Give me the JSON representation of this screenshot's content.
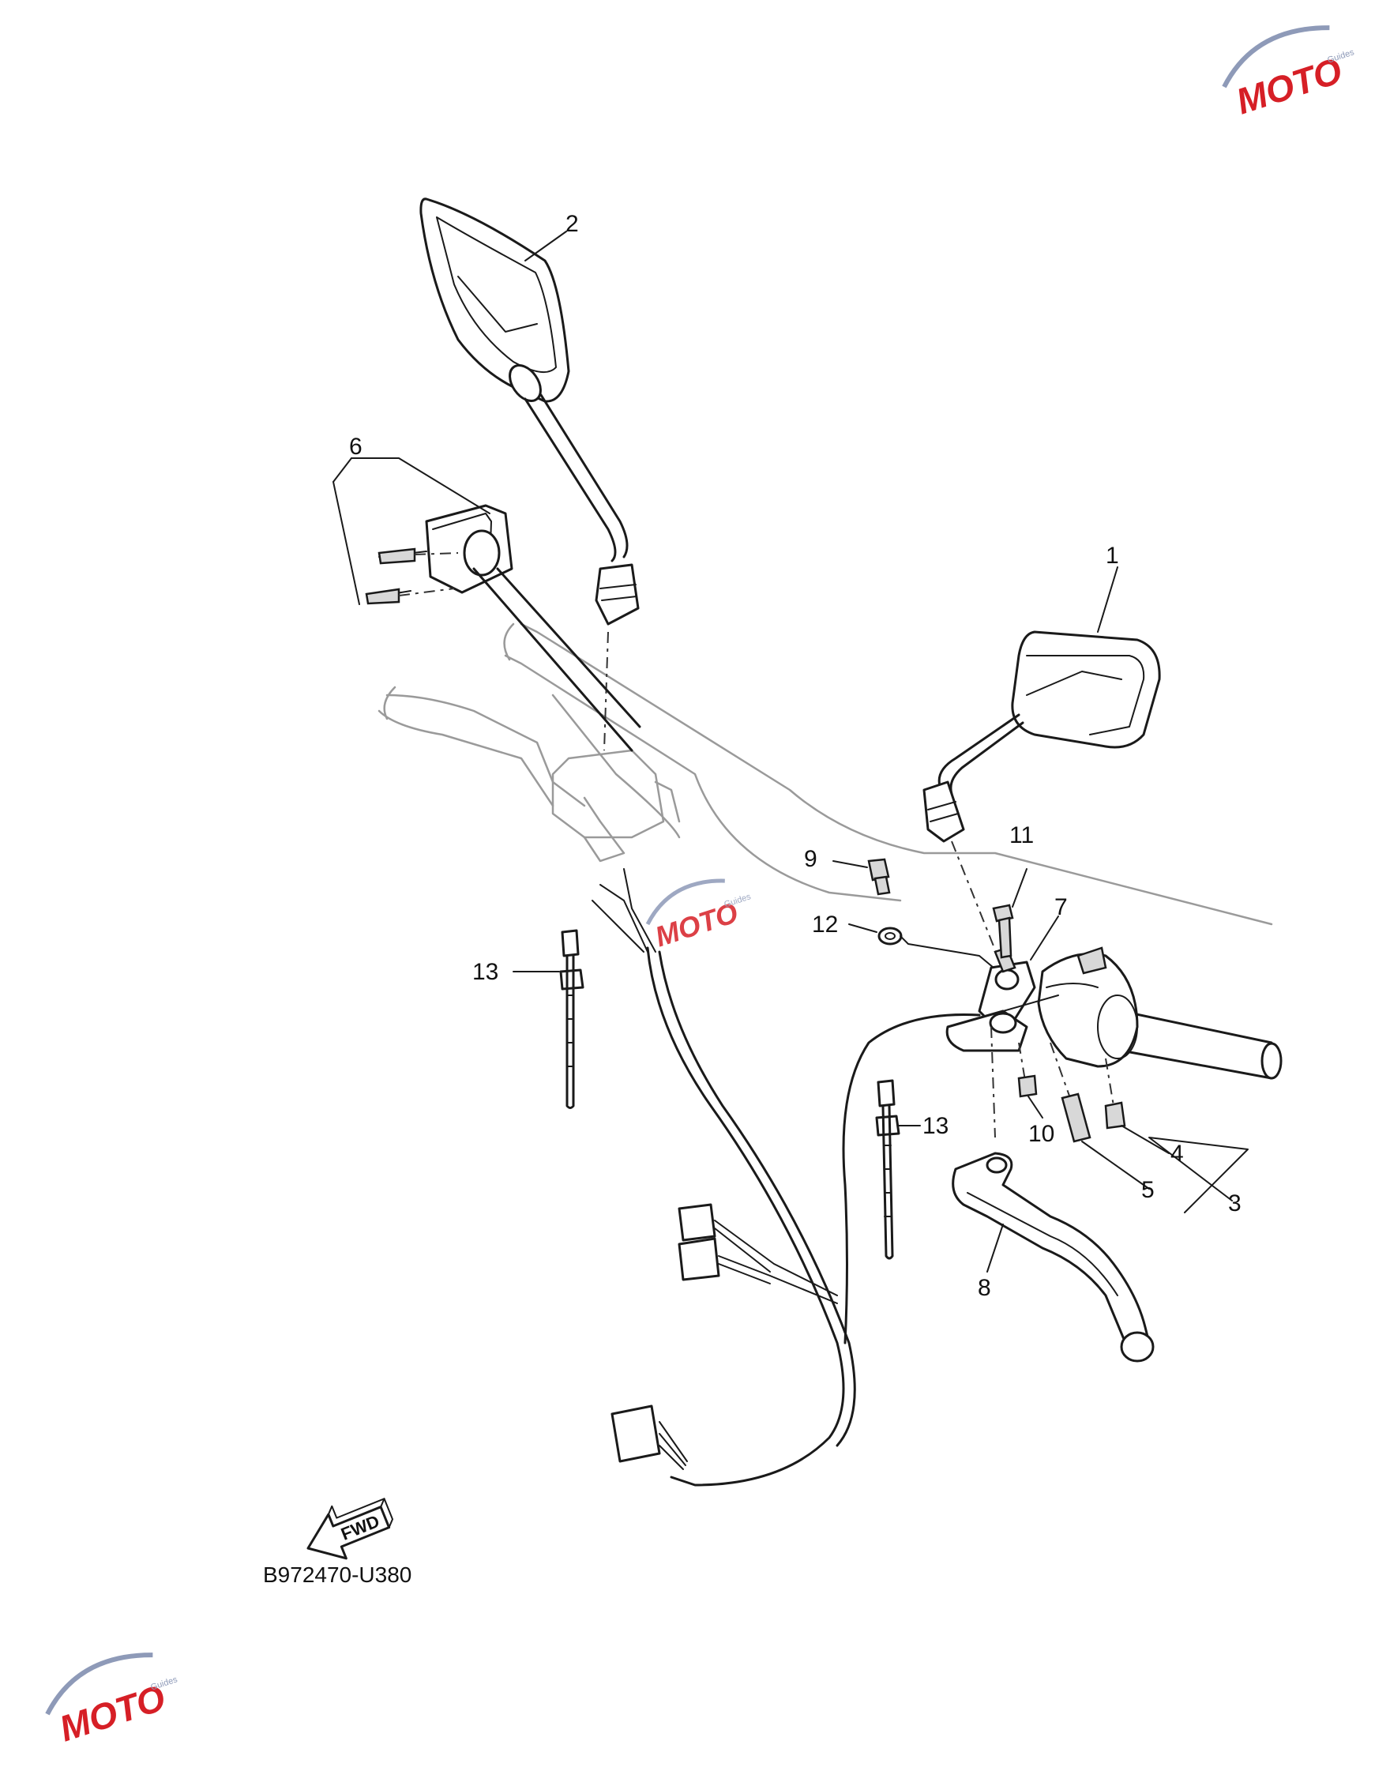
{
  "diagram": {
    "code": "B972470-U380",
    "fwd_label": "FWD",
    "callouts": [
      {
        "id": "1",
        "label": "1"
      },
      {
        "id": "2",
        "label": "2"
      },
      {
        "id": "3",
        "label": "3"
      },
      {
        "id": "4",
        "label": "4"
      },
      {
        "id": "5",
        "label": "5"
      },
      {
        "id": "6",
        "label": "6"
      },
      {
        "id": "7",
        "label": "7"
      },
      {
        "id": "8",
        "label": "8"
      },
      {
        "id": "9",
        "label": "9"
      },
      {
        "id": "10",
        "label": "10"
      },
      {
        "id": "11",
        "label": "11"
      },
      {
        "id": "12",
        "label": "12"
      },
      {
        "id": "13a",
        "label": "13"
      },
      {
        "id": "13b",
        "label": "13"
      }
    ]
  },
  "watermark": {
    "text": "MOTO",
    "subtext": "Guides",
    "colors": {
      "primary": "#d61f26",
      "secondary": "#8e9ab8"
    }
  }
}
